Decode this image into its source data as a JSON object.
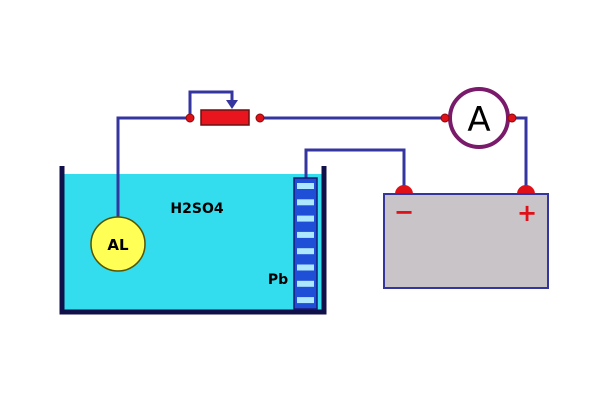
{
  "labels": {
    "electrolyte": "H2SO4",
    "anode": "AL",
    "cathode": "Pb",
    "ammeter": "A",
    "battery_negative": "−",
    "battery_positive": "+"
  },
  "colors": {
    "wire": "#3535a0",
    "electrolyte": "#33ddee",
    "tank_wall": "#10104a",
    "anode_fill": "#ffff55",
    "cathode_fill": "#1f4fd6",
    "cathode_stripe": "#aee8ff",
    "resistor": "#e8141e",
    "ammeter_ring": "#7a1a6a",
    "battery_body": "#c8c4c8",
    "battery_border": "#3535a0",
    "terminal": "#e01018",
    "node": "#e01018"
  },
  "icons": {
    "rheostat": "variable-resistor-icon",
    "ammeter": "ammeter-icon",
    "battery": "battery-icon"
  }
}
